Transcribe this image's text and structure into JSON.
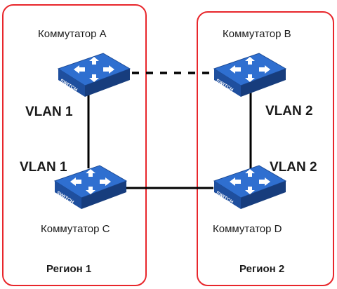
{
  "regions": [
    {
      "name": "Регион 1"
    },
    {
      "name": "Регион 2"
    }
  ],
  "switches": [
    {
      "name": "Коммутатор A",
      "device_label": "SWITCH",
      "icon": "network-switch-icon"
    },
    {
      "name": "Коммутатор B",
      "device_label": "SWITCH",
      "icon": "network-switch-icon"
    },
    {
      "name": "Коммутатор C",
      "device_label": "SWITCH",
      "icon": "network-switch-icon"
    },
    {
      "name": "Коммутатор D",
      "device_label": "SWITCH",
      "icon": "network-switch-icon"
    }
  ],
  "vlan_labels": {
    "a_c_top": "VLAN 1",
    "a_c_bottom": "VLAN 1",
    "b_d_top": "VLAN 2",
    "b_d_bottom": "VLAN 2"
  },
  "links": [
    {
      "from": "Коммутатор A",
      "to": "Коммутатор B",
      "style": "dashed"
    },
    {
      "from": "Коммутатор A",
      "to": "Коммутатор C",
      "style": "solid"
    },
    {
      "from": "Коммутатор B",
      "to": "Коммутатор D",
      "style": "solid"
    },
    {
      "from": "Коммутатор C",
      "to": "Коммутатор D",
      "style": "solid"
    }
  ],
  "colors": {
    "region_border": "#e8262b",
    "switch_top": "#2f6fd0",
    "switch_front": "#1f4f9e",
    "switch_side": "#173d7d",
    "link": "#000000"
  }
}
